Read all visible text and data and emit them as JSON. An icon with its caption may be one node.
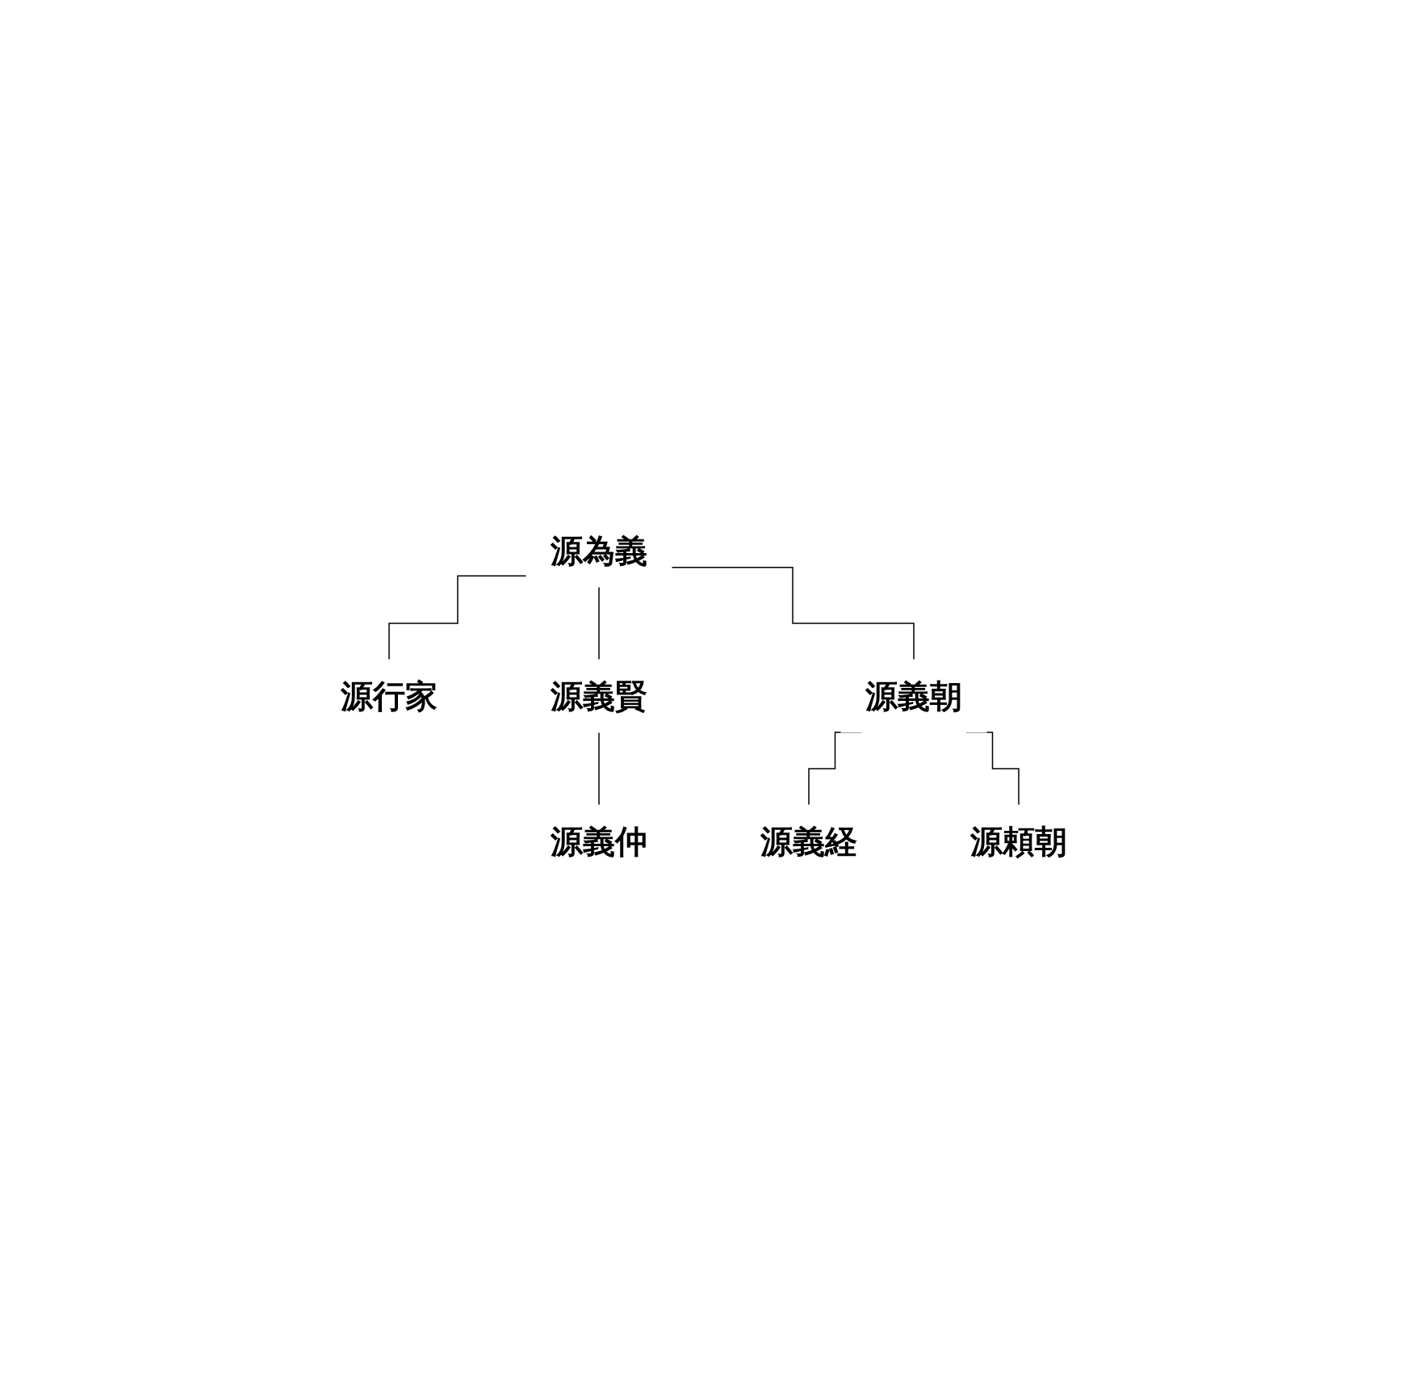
{
  "diagram": {
    "nodes": [
      {
        "text": [
          "源為義"
        ]
      },
      {
        "text": [
          "源行家"
        ]
      },
      {
        "text": [
          "源義賢"
        ]
      },
      {
        "text": [
          "源義朝"
        ]
      },
      {
        "text": [
          "源義仲"
        ]
      },
      {
        "text": [
          "源義経"
        ]
      },
      {
        "text": [
          "源頼朝"
        ]
      }
    ],
    "edges": [
      {
        "from": 0,
        "to": 1,
        "arrow": "none"
      },
      {
        "from": 0,
        "to": 2,
        "arrow": "none"
      },
      {
        "from": 0,
        "to": 3,
        "arrow": "none"
      },
      {
        "from": 2,
        "to": 4,
        "arrow": "none"
      },
      {
        "from": 3,
        "to": 5,
        "arrow": "none"
      },
      {
        "from": 3,
        "to": 6,
        "arrow": "none"
      }
    ]
  }
}
